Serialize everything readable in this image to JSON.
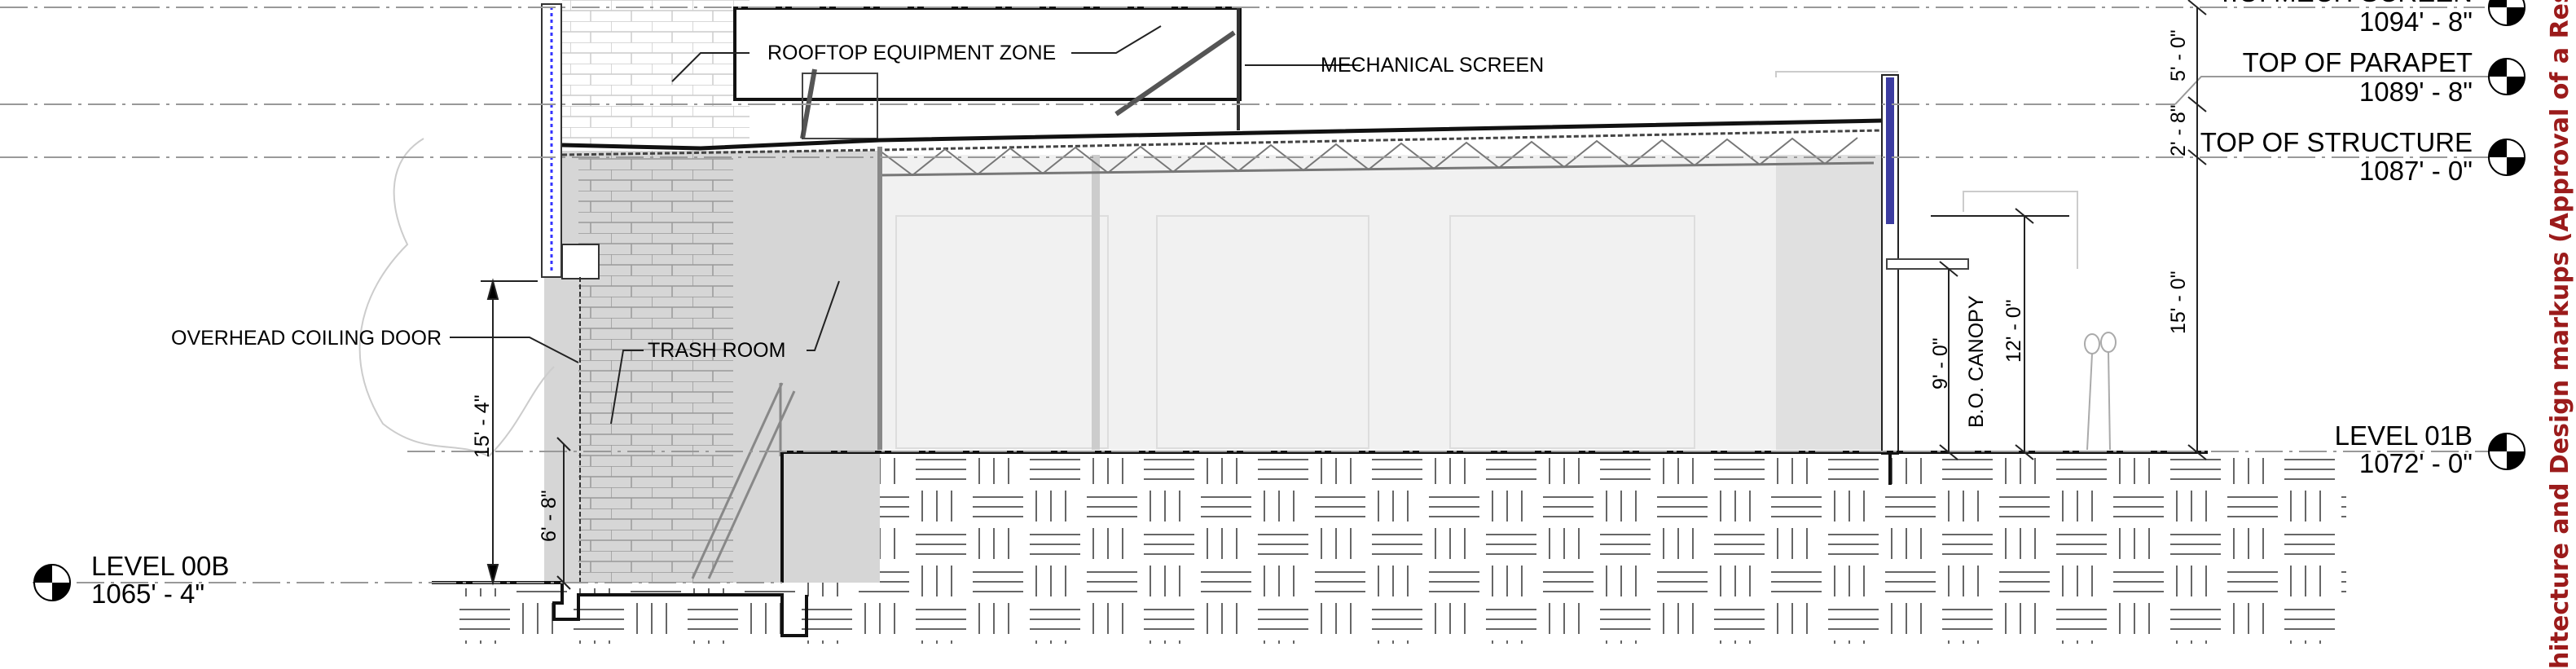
{
  "levels": [
    {
      "name": "T.O. MECH SCREEN",
      "elevation": "1094' - 8\""
    },
    {
      "name": "TOP OF PARAPET",
      "elevation": "1089' - 8\""
    },
    {
      "name": "TOP OF STRUCTURE",
      "elevation": "1087' - 0\""
    },
    {
      "name": "LEVEL 01B",
      "elevation": "1072' - 0\""
    },
    {
      "name": "LEVEL 00B",
      "elevation": "1065' - 4\""
    }
  ],
  "callouts": {
    "rooftop_zone": "ROOFTOP EQUIPMENT ZONE",
    "mech_screen": "MECHANICAL SCREEN",
    "coiling_door": "OVERHEAD COILING DOOR",
    "trash_room": "TRASH ROOM",
    "canopy": "B.O. CANOPY"
  },
  "dimensions": {
    "right_5_0": "5' - 0\"",
    "right_2_8": "2' - 8\"",
    "right_15_0": "15' - 0\"",
    "canopy_9_0": "9' - 0\"",
    "canopy_12_0": "12' - 0\"",
    "left_15_4": "15' - 4\"",
    "left_6_8": "6' - 8\""
  },
  "margin_note": "hitecture and Design markups (Approval of a Resolution Sup"
}
